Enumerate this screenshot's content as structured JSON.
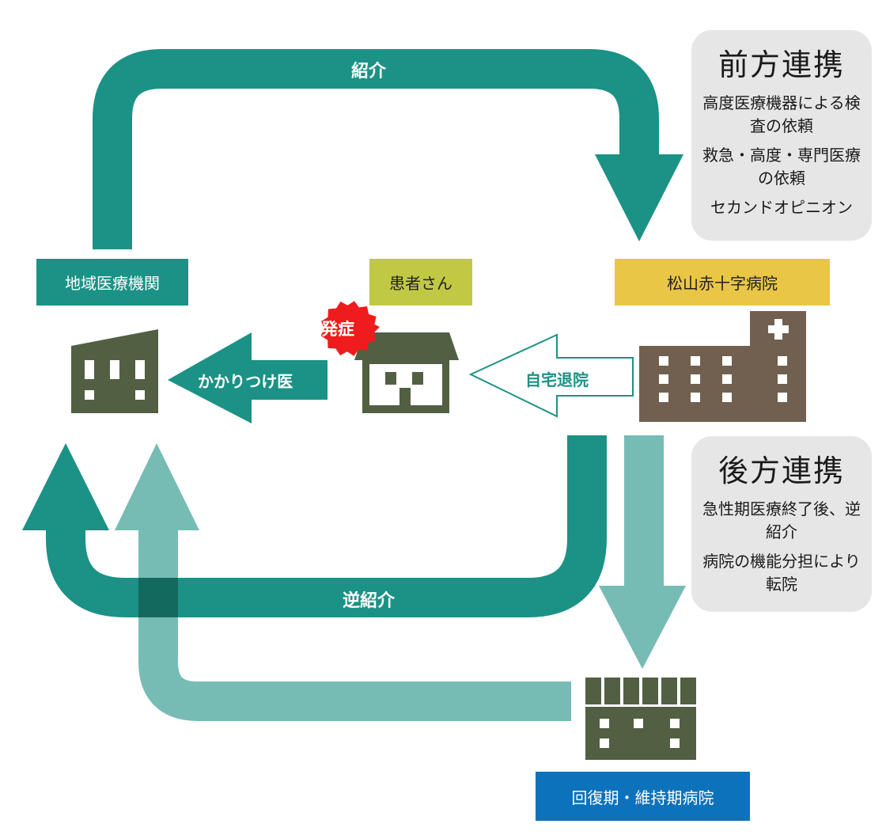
{
  "flow_labels": {
    "referral": "紹介",
    "reverse_referral": "逆紹介",
    "family_doctor": "かかりつけ医",
    "home_discharge": "自宅退院",
    "onset": "発症"
  },
  "nodes": {
    "local_clinic": "地域医療機関",
    "patient": "患者さん",
    "hospital": "松山赤十字病院",
    "recovery_hospital": "回復期・維持期病院"
  },
  "forward_panel": {
    "title": "前方連携",
    "items": [
      "高度医療機器による検査の依頼",
      "救急・高度・専門医療の依頼",
      "セカンドオピニオン"
    ]
  },
  "backward_panel": {
    "title": "後方連携",
    "items": [
      "急性期医療終了後、逆紹介",
      "病院の機能分担により転院"
    ]
  },
  "colors": {
    "teal_dark": "#1b9285",
    "teal_light": "#77bcb4",
    "building": "#525f43",
    "hospital_building": "#71604f",
    "clinic_label_bg": "#1b9285",
    "patient_label_bg": "#c1c844",
    "hospital_label_bg": "#e9c646",
    "recovery_label_bg": "#0c72bb",
    "panel_bg": "#e6e6e6",
    "onset_burst": "#ee1c1c"
  }
}
